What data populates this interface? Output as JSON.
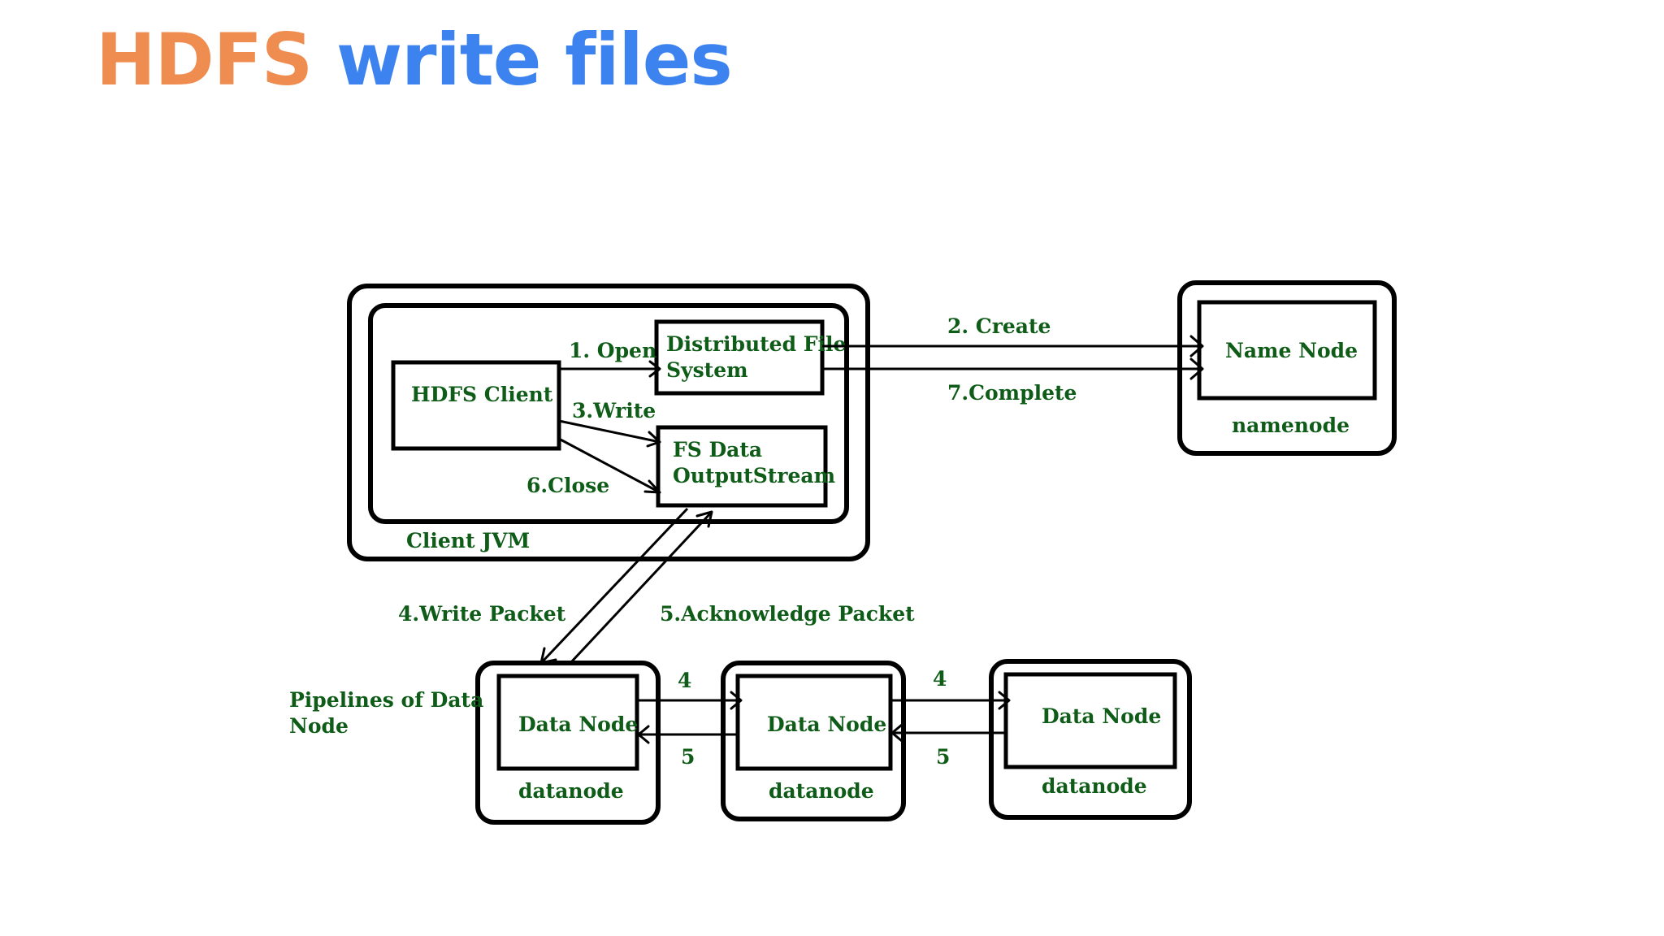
{
  "title": {
    "part1": "HDFS",
    "part2": "write files"
  },
  "colors": {
    "title_orange": "#ef8c4f",
    "title_blue": "#3d83f0",
    "label_green": "#0e5c17",
    "stroke": "#000000"
  },
  "diagram": {
    "client_jvm_label": "Client JVM",
    "hdfs_client": "HDFS Client",
    "dfs_line1": "Distributed File",
    "dfs_line2": "System",
    "fsdos_line1": "FS Data",
    "fsdos_line2": "OutputStream",
    "namenode_box": "Name Node",
    "namenode_label": "namenode",
    "step_open": "1. Open",
    "step_create": "2. Create",
    "step_write": "3.Write",
    "step_write_packet": "4.Write Packet",
    "step_ack_packet": "5.Acknowledge Packet",
    "step_close": "6.Close",
    "step_complete": "7.Complete",
    "pipeline_line1": "Pipelines of Data",
    "pipeline_line2": "Node",
    "datanodes": [
      {
        "box": "Data Node",
        "label": "datanode"
      },
      {
        "box": "Data Node",
        "label": "datanode"
      },
      {
        "box": "Data Node",
        "label": "datanode"
      }
    ],
    "pipe_fwd_1": "4",
    "pipe_back_1": "5",
    "pipe_fwd_2": "4",
    "pipe_back_2": "5"
  }
}
